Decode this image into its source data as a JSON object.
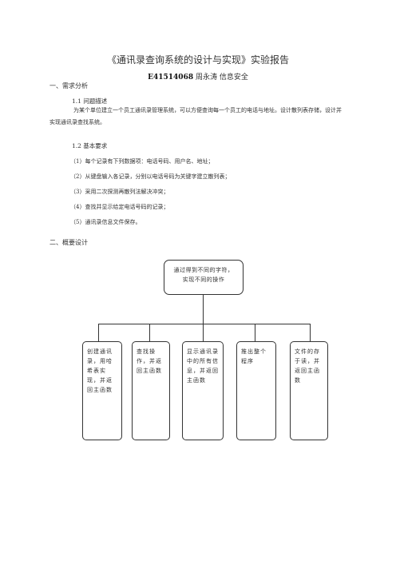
{
  "document": {
    "title": "《通讯录查询系统的设计与实现》实验报告",
    "author_id": "E41514068",
    "author_rest": "周永涛  信息安全",
    "section1": {
      "heading": "一、需求分析",
      "sub1_heading": "1.1  问题描述",
      "sub1_text": "为某个单位建立一个员工通讯录管理系统，可以方便查询每一个员工的电话与地址。设计散列表存储，设计并实现通讯录查找系统。",
      "sub2_heading": "1.2  基本要求",
      "requirements": [
        "（1）每个记录有下列数据项：电话号码、用户名、地址；",
        "（2）从键盘输入各记录，分别以电话号码为关键字建立散列表；",
        "（3）采用二次探测再散列法解决冲突；",
        "（4）查找并显示给定电话号码的记录；",
        "（5）通讯录信息文件保存。"
      ]
    },
    "section2": {
      "heading": "二、概要设计"
    }
  },
  "diagram": {
    "root": "通过得到不同的字符，实现不同的操作",
    "leaves": [
      "创建通讯录，用哈希表实现，并返回主函数",
      "查找操作，并返回主函数",
      "显示通讯录中的所有信息，并返回主函数",
      "推出整个程序",
      "文件的存于读，并返回主函数"
    ]
  }
}
